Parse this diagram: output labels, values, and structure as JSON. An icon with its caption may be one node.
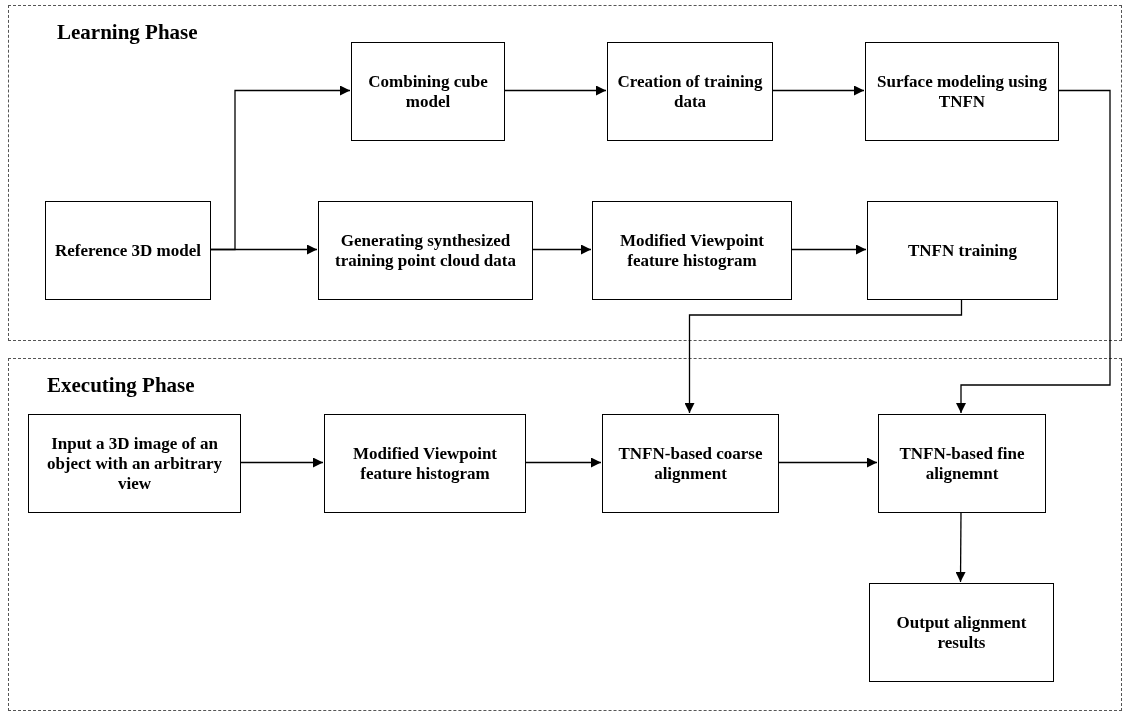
{
  "diagram": {
    "nodes": [
      {
        "text": [
          "Learning Phase"
        ]
      },
      {
        "text": [
          "Combining cube model"
        ],
        "in": 0
      },
      {
        "text": [
          "Creation of training data"
        ],
        "in": 0
      },
      {
        "text": [
          "Surface modeling using TNFN"
        ],
        "in": 0
      },
      {
        "text": [
          "Reference 3D model"
        ],
        "in": 0
      },
      {
        "text": [
          "Generating synthesized training point cloud data"
        ],
        "in": 0
      },
      {
        "text": [
          "Modified Viewpoint feature histogram"
        ],
        "in": 0
      },
      {
        "text": [
          "TNFN training"
        ],
        "in": 0
      },
      {
        "text": [
          "Executing Phase"
        ]
      },
      {
        "text": [
          "Input a 3D image of an object with an arbitrary view"
        ],
        "in": 8
      },
      {
        "text": [
          "Modified Viewpoint feature histogram"
        ],
        "in": 8
      },
      {
        "text": [
          "TNFN-based coarse alignment"
        ],
        "in": 8
      },
      {
        "text": [
          "TNFN-based fine alignemnt"
        ],
        "in": 8
      },
      {
        "text": [
          "Output alignment results"
        ],
        "in": 8
      }
    ],
    "edges": [
      {
        "from": 4,
        "to": 1,
        "arrow": "to"
      },
      {
        "from": 4,
        "to": 5,
        "arrow": "to"
      },
      {
        "from": 1,
        "to": 2,
        "arrow": "to"
      },
      {
        "from": 2,
        "to": 3,
        "arrow": "to"
      },
      {
        "from": 5,
        "to": 6,
        "arrow": "to"
      },
      {
        "from": 6,
        "to": 7,
        "arrow": "to"
      },
      {
        "from": 7,
        "to": 11,
        "arrow": "to"
      },
      {
        "from": 3,
        "to": 12,
        "arrow": "to"
      },
      {
        "from": 9,
        "to": 10,
        "arrow": "to"
      },
      {
        "from": 10,
        "to": 11,
        "arrow": "to"
      },
      {
        "from": 11,
        "to": 12,
        "arrow": "to"
      },
      {
        "from": 12,
        "to": 13,
        "arrow": "to"
      }
    ]
  }
}
